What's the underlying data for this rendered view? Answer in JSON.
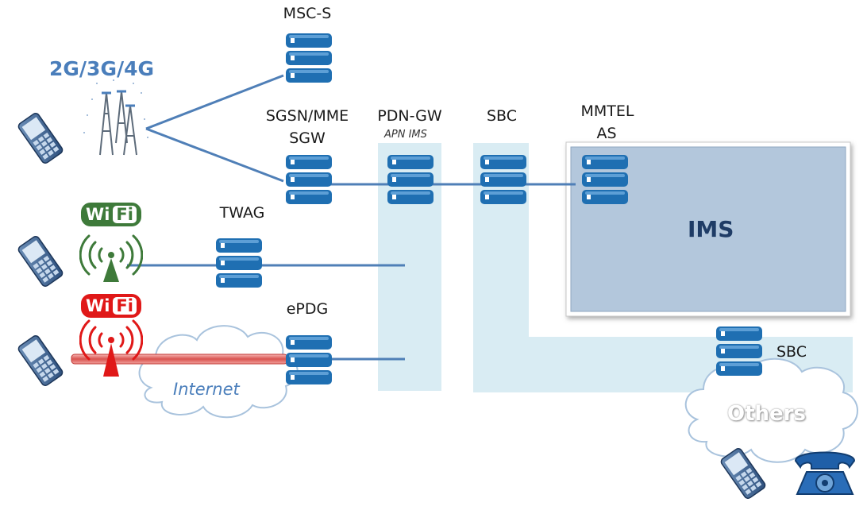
{
  "labels": {
    "msc_s": "MSC-S",
    "tech": "2G/3G/4G",
    "sgsn_mme": "SGSN/MME",
    "sgw": "SGW",
    "pdn_gw": "PDN-GW",
    "apn_ims": "APN IMS",
    "sbc_core": "SBC",
    "mmtel": "MMTEL",
    "as": "AS",
    "ims": "IMS",
    "twag": "TWAG",
    "epdg": "ePDG",
    "internet": "Internet",
    "sbc_others": "SBC",
    "others": "Others"
  },
  "wifi": {
    "word_wi": "Wi",
    "word_fi": "Fi",
    "trusted_color": "#3e7a3a",
    "untrusted_color": "#e01818"
  },
  "colors": {
    "server": "#1f6fb2",
    "link": "#4f7fb7",
    "shading": "#d9ecf3",
    "ims_fill": "#b3c7dc",
    "tunnel": "#d9534f"
  }
}
